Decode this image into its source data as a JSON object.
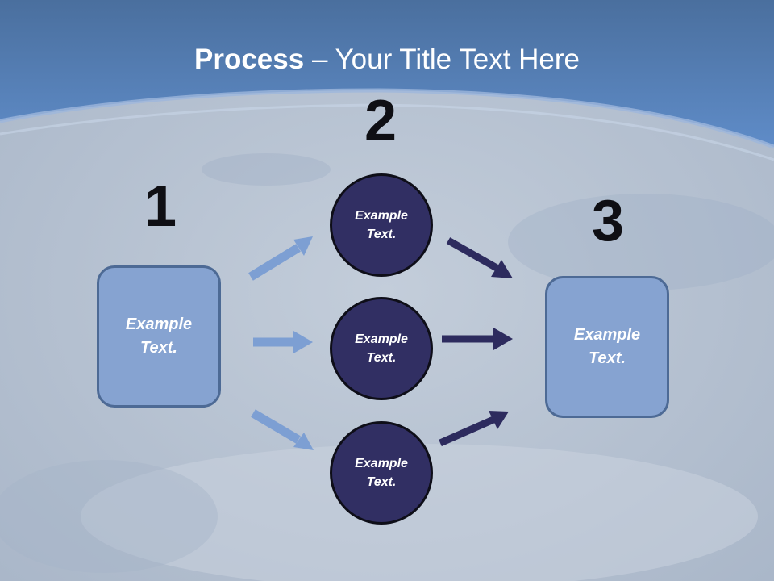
{
  "slide": {
    "title_bold": "Process",
    "title_rest": " – Your Title Text Here"
  },
  "steps": [
    "1",
    "2",
    "3"
  ],
  "left_box": {
    "text": "Example Text."
  },
  "circles": [
    {
      "text": "Example Text."
    },
    {
      "text": "Example Text."
    },
    {
      "text": "Example Text."
    }
  ],
  "right_box": {
    "text": "Example Text."
  },
  "colors": {
    "header_blue": "#4f7ab5",
    "box_fill": "#86a3d1",
    "box_border": "#4d6a95",
    "circle_fill": "#312f63",
    "arrow_light": "#7d9fd3",
    "arrow_dark": "#2d2b5e"
  }
}
